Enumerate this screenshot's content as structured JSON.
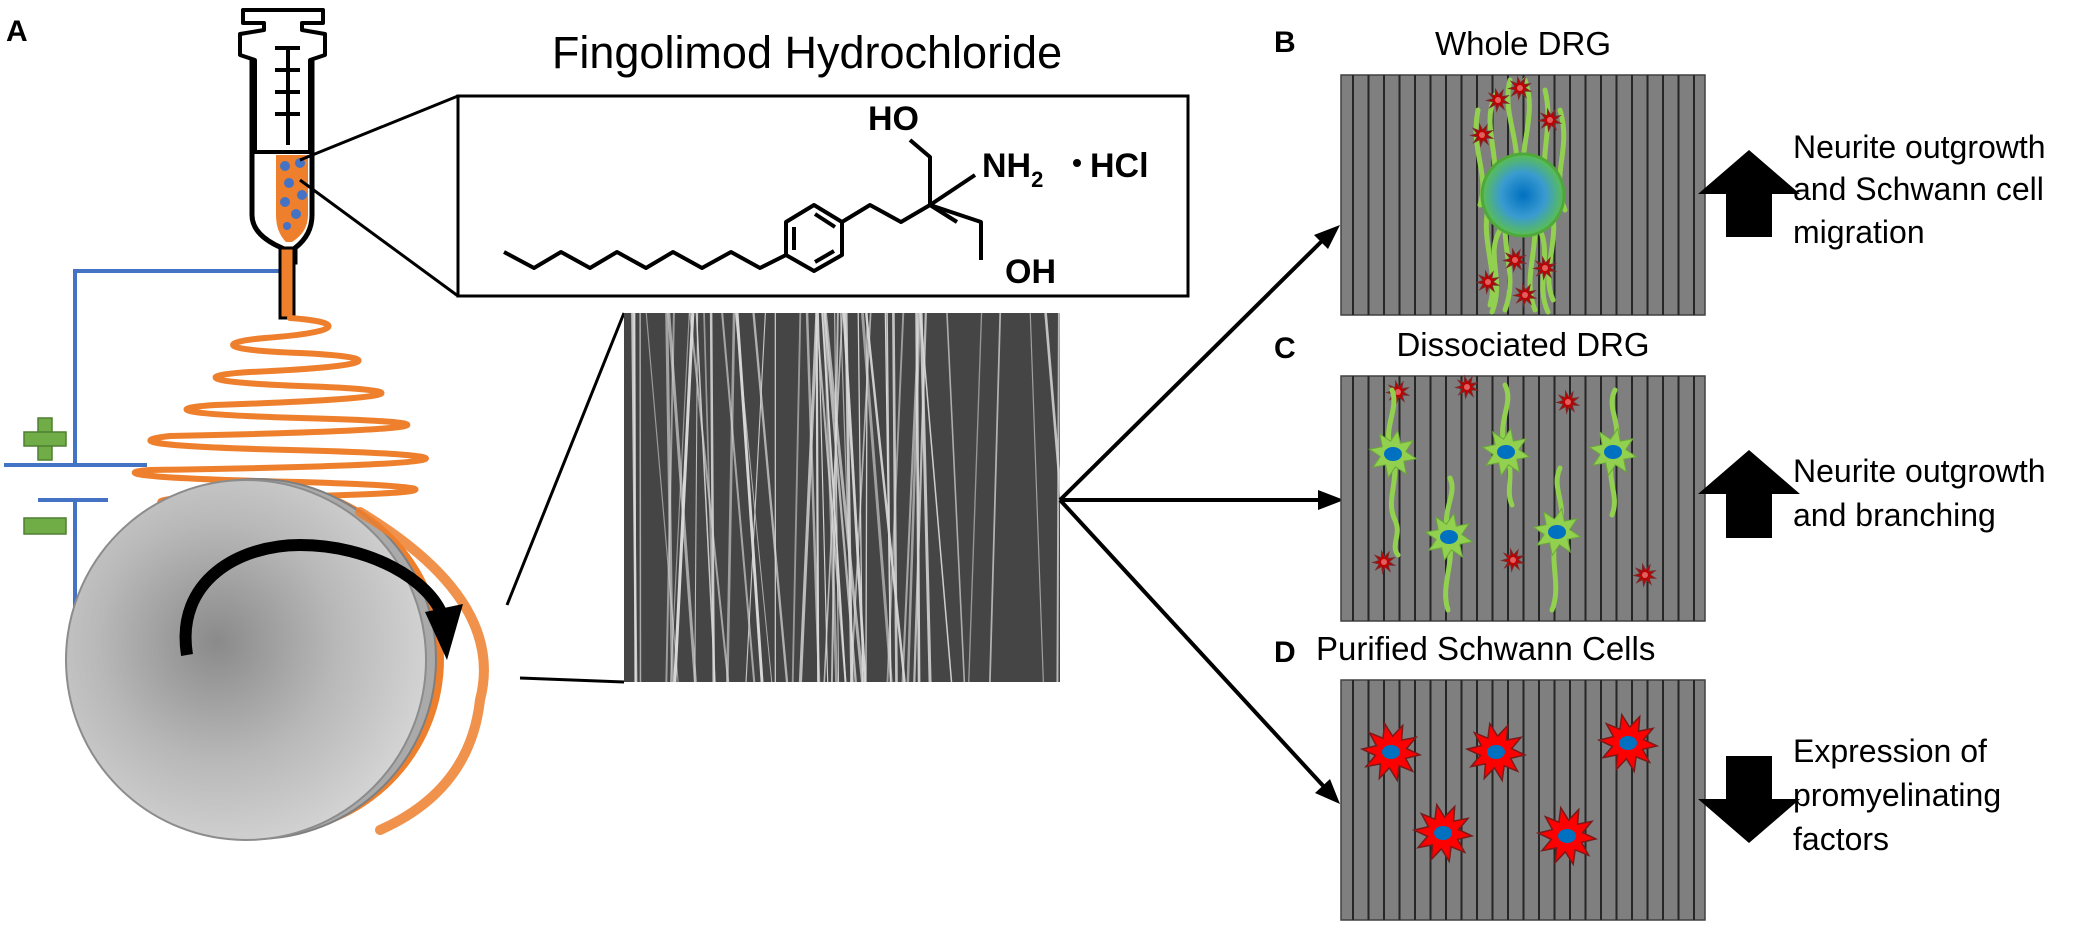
{
  "panels": {
    "a": "A",
    "b": "B",
    "c": "C",
    "d": "D"
  },
  "compound": {
    "title": "Fingolimod Hydrochloride",
    "ho": "HO",
    "oh": "OH",
    "nh": "NH",
    "sub2": "2",
    "hcl": "HCl"
  },
  "electrodes": {
    "plus": "+",
    "minus": "−"
  },
  "experiments": [
    {
      "title": "Whole DRG",
      "result_lines": [
        "Neurite outgrowth",
        "and Schwann cell",
        "migration"
      ],
      "trend": "up"
    },
    {
      "title": "Dissociated DRG",
      "result_lines": [
        "Neurite outgrowth",
        "and branching"
      ],
      "trend": "up"
    },
    {
      "title": "Purified Schwann Cells",
      "result_lines": [
        "Expression of",
        "promyelinating",
        "factors"
      ],
      "trend": "down"
    }
  ],
  "colors": {
    "fiber": "#ee7f2d",
    "wire": "#4472c4",
    "electrode": "#70ad47",
    "scaffold": "#7f7f7f",
    "neuron": "#92d050",
    "schwann": "#c00000",
    "purified_schwann": "#ff0000",
    "nucleus": "#0070c0"
  }
}
